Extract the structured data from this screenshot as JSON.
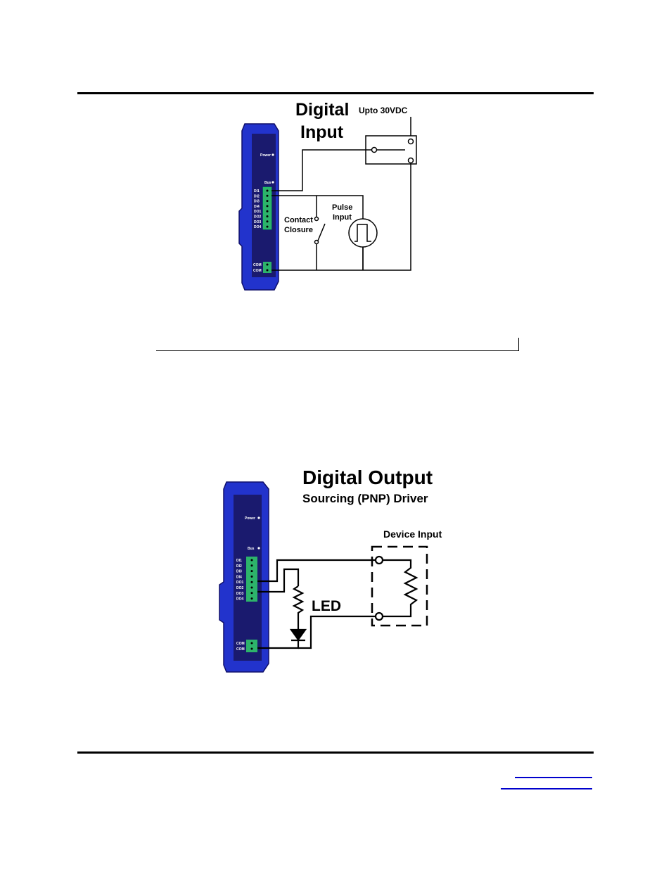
{
  "fig1": {
    "title_line1": "Digital",
    "title_line2": "Input",
    "voltage": "Upto 30VDC",
    "contact_line1": "Contact",
    "contact_line2": "Closure",
    "pulse_line1": "Pulse",
    "pulse_line2": "Input",
    "module": {
      "power": "Power",
      "bus": "Bus",
      "pins": [
        "DI1",
        "DI2",
        "DI3",
        "DI4",
        "DO1",
        "DO2",
        "DO3",
        "DO4"
      ],
      "com": [
        "COM",
        "COM"
      ]
    }
  },
  "fig2": {
    "title": "Digital Output",
    "subtitle": "Sourcing (PNP) Driver",
    "device": "Device Input",
    "led": "LED",
    "module": {
      "power": "Power",
      "bus": "Bus",
      "pins": [
        "DI1",
        "DI2",
        "DI3",
        "DI4",
        "DO1",
        "DO2",
        "DO3",
        "DO4"
      ],
      "com": [
        "COM",
        "COM"
      ]
    }
  },
  "colors": {
    "module_blue": "#2233cc",
    "module_dark": "#1a1a6e",
    "terminal_green": "#2db36b"
  }
}
